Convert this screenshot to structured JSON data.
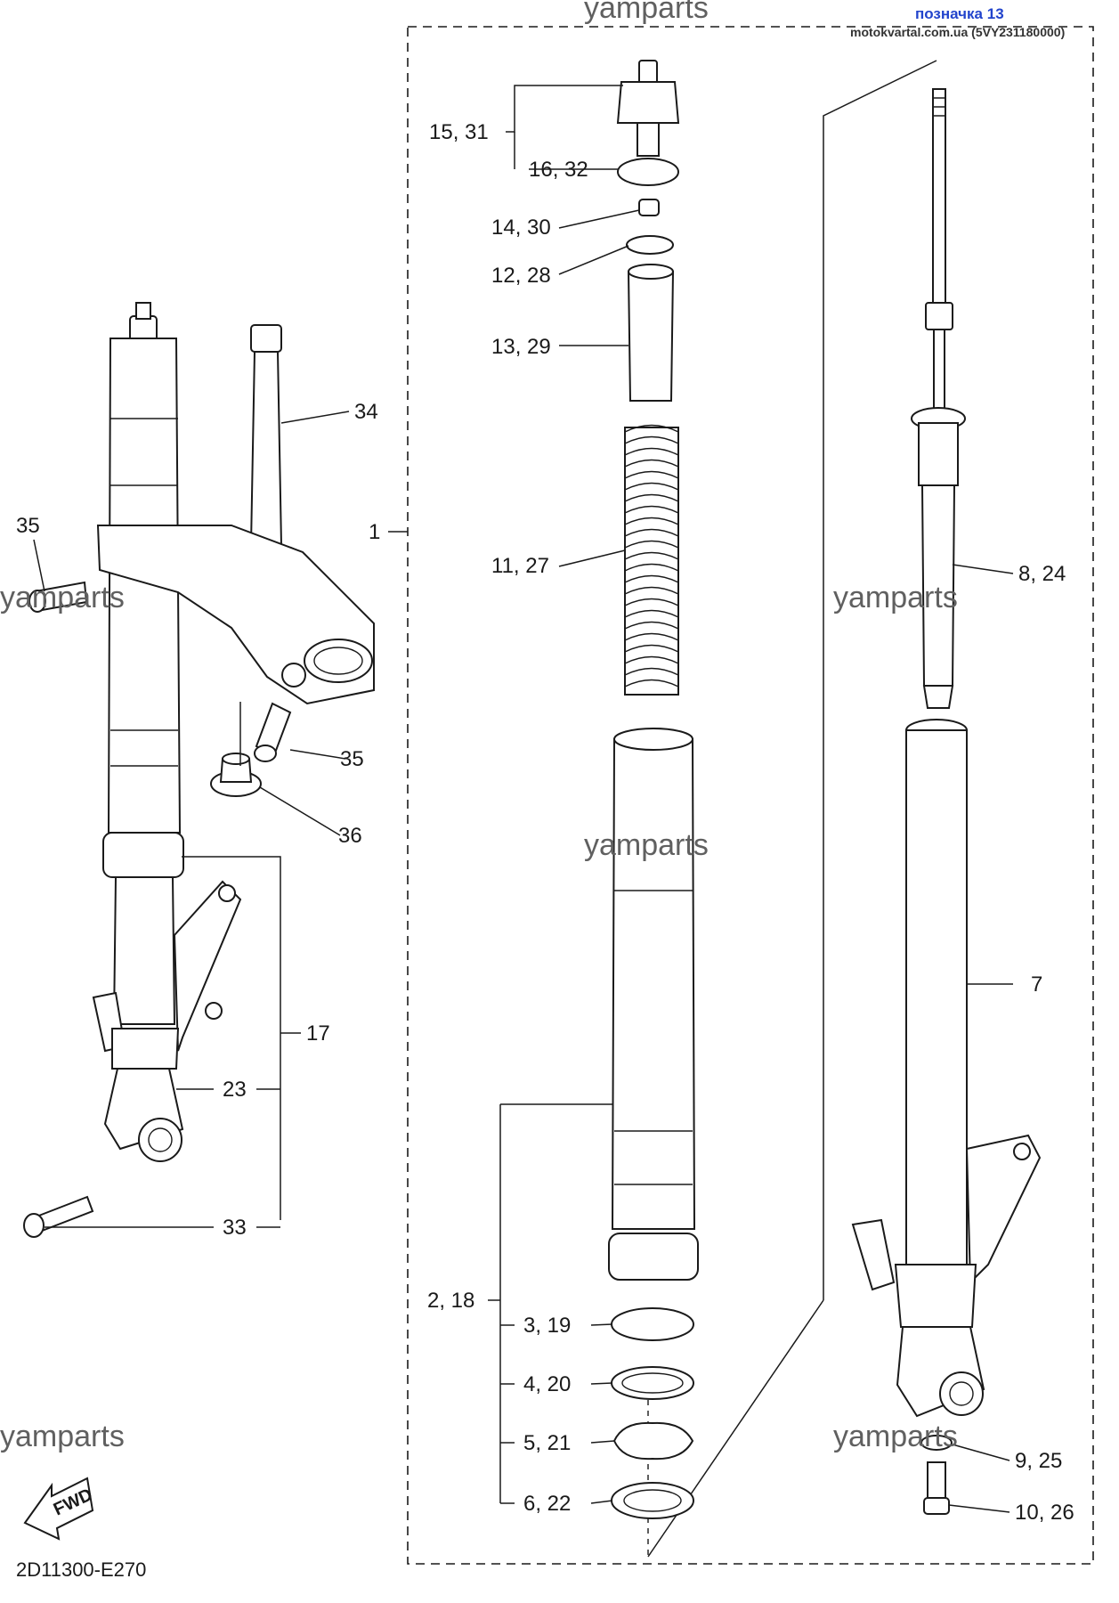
{
  "header": {
    "label_top": "позначка 13",
    "label_sub": "motokvartal.com.ua (5VY231180000)"
  },
  "watermark": "yamparts",
  "diagram_code": "2D11300-E270",
  "fwd_label": "FWD",
  "callouts": {
    "c15_31": "15, 31",
    "c16_32": "16, 32",
    "c14_30": "14, 30",
    "c12_28": "12, 28",
    "c13_29": "13, 29",
    "c11_27": "11, 27",
    "c8_24": "8, 24",
    "c7": "7",
    "c1": "1",
    "c2_18": "2, 18",
    "c3_19": "3, 19",
    "c4_20": "4, 20",
    "c5_21": "5, 21",
    "c6_22": "6, 22",
    "c9_25": "9, 25",
    "c10_26": "10, 26",
    "c34": "34",
    "c35a": "35",
    "c35b": "35",
    "c36": "36",
    "c17": "17",
    "c23": "23",
    "c33": "33"
  }
}
